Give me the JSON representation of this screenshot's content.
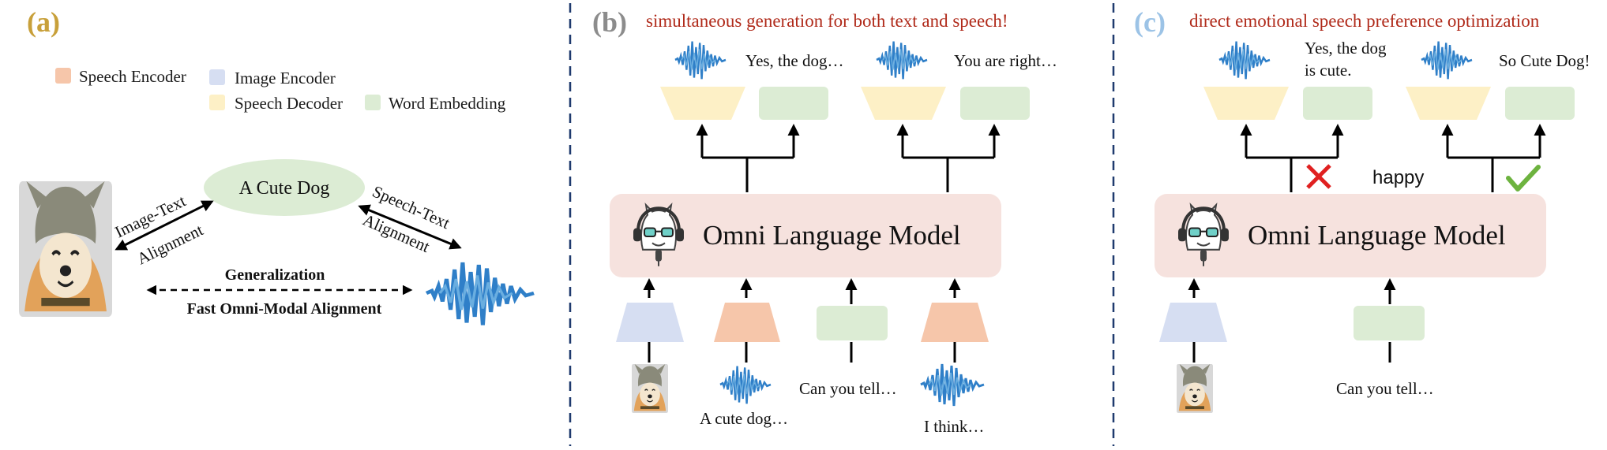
{
  "colors": {
    "speech_encoder": "#f6c6aa",
    "image_encoder": "#d6def2",
    "speech_decoder": "#fdf0c6",
    "word_embedding": "#dcecd4",
    "model_box": "#f6e2de",
    "heading_red": "#b02a1a",
    "label_a": "#c8a03a",
    "label_b": "#8c8c8c",
    "label_c": "#9cc3e6",
    "divider": "#1f3a6e",
    "cute_dog_ellipse": "#dcecd4",
    "check_green": "#6db33f",
    "cross_red": "#e02020",
    "wave_blue": "#2f7fc8"
  },
  "panel_a": {
    "label": "(a)",
    "legend": [
      {
        "label": "Speech Encoder",
        "color_key": "speech_encoder"
      },
      {
        "label": "Image Encoder",
        "color_key": "image_encoder"
      },
      {
        "label": "Speech Decoder",
        "color_key": "speech_decoder"
      },
      {
        "label": "Word Embedding",
        "color_key": "word_embedding"
      }
    ],
    "center_text": "A Cute Dog",
    "image_text_alignment": [
      "Image-Text",
      "Alignment"
    ],
    "speech_text_alignment": [
      "Speech-Text",
      "Alignment"
    ],
    "generalization": "Generalization",
    "fast_alignment": "Fast Omni-Modal Alignment",
    "dog_icon": "dog-photo",
    "wave_icon": "speech-waveform"
  },
  "panel_b": {
    "label": "(b)",
    "heading": "simultaneous generation for both text and speech!",
    "model_label": "Omni Language Model",
    "model_icon": "llama-headphones-icon",
    "outputs": [
      "Yes, the dog…",
      "You are right…"
    ],
    "inputs": [
      "A cute dog…",
      "Can you tell…",
      "I think…"
    ]
  },
  "panel_c": {
    "label": "(c)",
    "heading": "direct emotional speech preference optimization",
    "model_label": "Omni Language Model",
    "model_icon": "llama-headphones-icon",
    "outputs": [
      [
        "Yes, the dog",
        "is cute."
      ],
      "So Cute Dog!"
    ],
    "emotion": "happy",
    "input": "Can you tell…",
    "rejected_icon": "cross-icon",
    "chosen_icon": "check-icon"
  }
}
